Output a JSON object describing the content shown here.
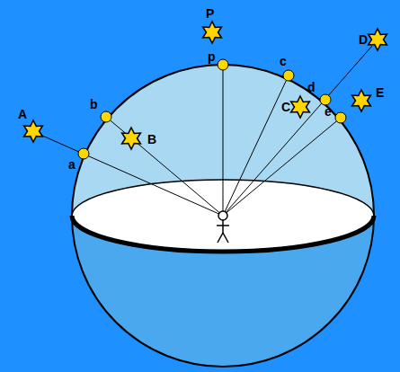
{
  "diagram": {
    "labels": [
      "A",
      "a",
      "b",
      "B",
      "P",
      "p",
      "c",
      "C",
      "d",
      "D",
      "e",
      "E"
    ]
  }
}
